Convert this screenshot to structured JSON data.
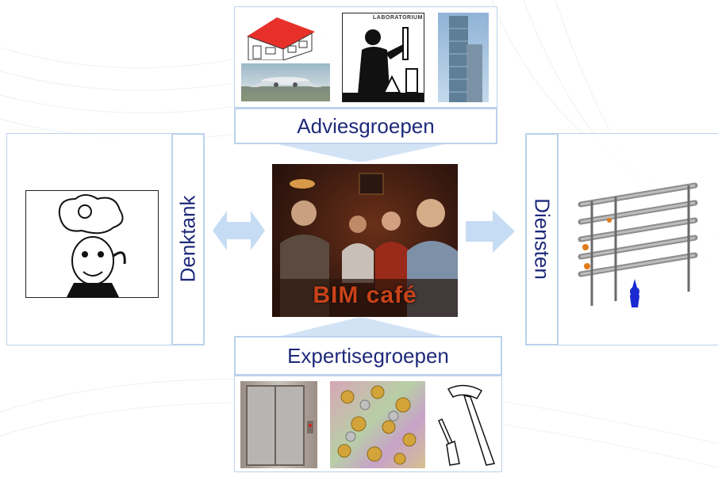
{
  "center": {
    "title": "BIM café",
    "photo": "people-in-cafe-photo"
  },
  "top": {
    "label": "Adviesgroepen",
    "images": [
      "hospital-icon",
      "airplane-photo",
      "laboratory-scientist-drawing",
      "skyscraper-photo"
    ],
    "lab_caption": "LABORATORIUM"
  },
  "bottom": {
    "label": "Expertisegroepen",
    "images": [
      "elevator-photo",
      "euro-money-photo",
      "hammer-screwdriver-drawing"
    ]
  },
  "left": {
    "label": "Denktank",
    "image": "thinking-man-lightbulb-drawing"
  },
  "right": {
    "label": "Diensten",
    "image": "pipe-installation-rendering"
  },
  "colors": {
    "frame": "#bcd2ec",
    "arrow": "#c6dcf4",
    "text": "#1f2a7a",
    "cafe_title": "#c9421a"
  }
}
